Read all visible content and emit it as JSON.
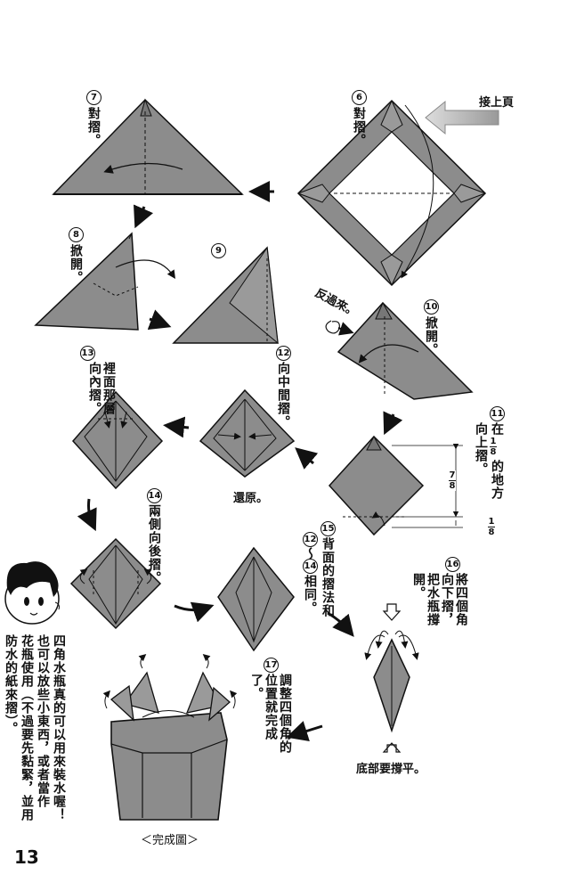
{
  "page_number": "13",
  "continue_label": "接上頁",
  "flip_label": "反過來。",
  "steps": {
    "s6": {
      "num": "6",
      "text": "對摺。"
    },
    "s7": {
      "num": "7",
      "text": "對摺。"
    },
    "s8": {
      "num": "8",
      "text": "掀開。"
    },
    "s9": {
      "num": "9"
    },
    "s10": {
      "num": "10",
      "text": "掀開。"
    },
    "s11": {
      "num": "11",
      "text_a": "在",
      "text_b": "的地方",
      "text_c": "向上摺。"
    },
    "s12": {
      "num": "12",
      "text": "向中間摺。"
    },
    "s13": {
      "num": "13",
      "text": "裡面那層向內摺。"
    },
    "s14": {
      "num": "14",
      "text": "兩側向後摺。"
    },
    "s15": {
      "num": "15",
      "text": "背面的摺法和",
      "range_a": "12",
      "range_b": "14",
      "range_tilde": "～",
      "text2": "相同。"
    },
    "s16": {
      "num": "16",
      "text": "將四個角向下摺，把水瓶撐開。"
    },
    "s17": {
      "num": "17",
      "text": "調整四個角的位置就完成了。"
    }
  },
  "restore_label": "還原。",
  "bottom_flat_label": "底部要撐平。",
  "complete_label": "＜完成圖＞",
  "frac": {
    "seven": "7",
    "one": "1",
    "eight": "8"
  },
  "side_note": [
    "四角水瓶真的可以用來裝水喔！",
    "也可以放些小東西，或者當作",
    "花瓶使用（不過要先黏緊，並用",
    "防水的紙來摺）。"
  ],
  "colors": {
    "paper": "#8c8c8c",
    "paper_light": "#a6a6a6",
    "ink": "#111111"
  }
}
